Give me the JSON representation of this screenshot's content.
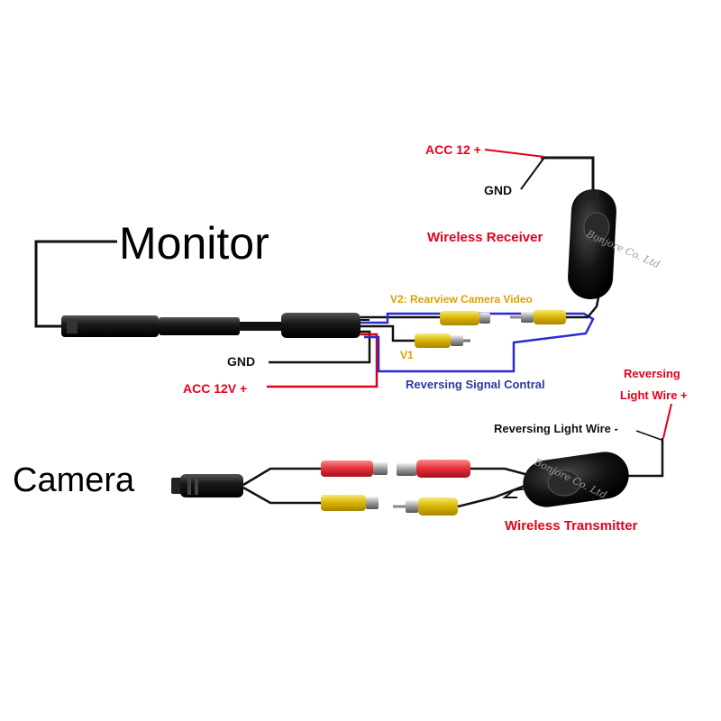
{
  "labels": {
    "monitor": "Monitor",
    "camera": "Camera",
    "acc12_top": "ACC 12 +",
    "gnd_top": "GND",
    "wireless_receiver": "Wireless Receiver",
    "v2_video": "V2: Rearview Camera Video",
    "v1": "V1",
    "gnd_left": "GND",
    "acc12v_left": "ACC 12V +",
    "reversing_signal": "Reversing Signal Contral",
    "reversing_light_plus_line1": "Reversing",
    "reversing_light_plus_line2": "Light Wire +",
    "reversing_light_minus": "Reversing Light Wire -",
    "wireless_transmitter": "Wireless Transmitter"
  },
  "watermarks": {
    "receiver": "Bonjore Co. Ltd",
    "transmitter": "Bonjore Co. Ltd"
  },
  "colors": {
    "wire_black": "#111111",
    "wire_red": "#e0001a",
    "wire_blue": "#2a2ad0",
    "label_red": "#e8001c",
    "label_orange": "#e0a000",
    "label_blue": "#2b3aa0",
    "rca_yellow": "#e8c800",
    "rca_red": "#e0303a"
  }
}
